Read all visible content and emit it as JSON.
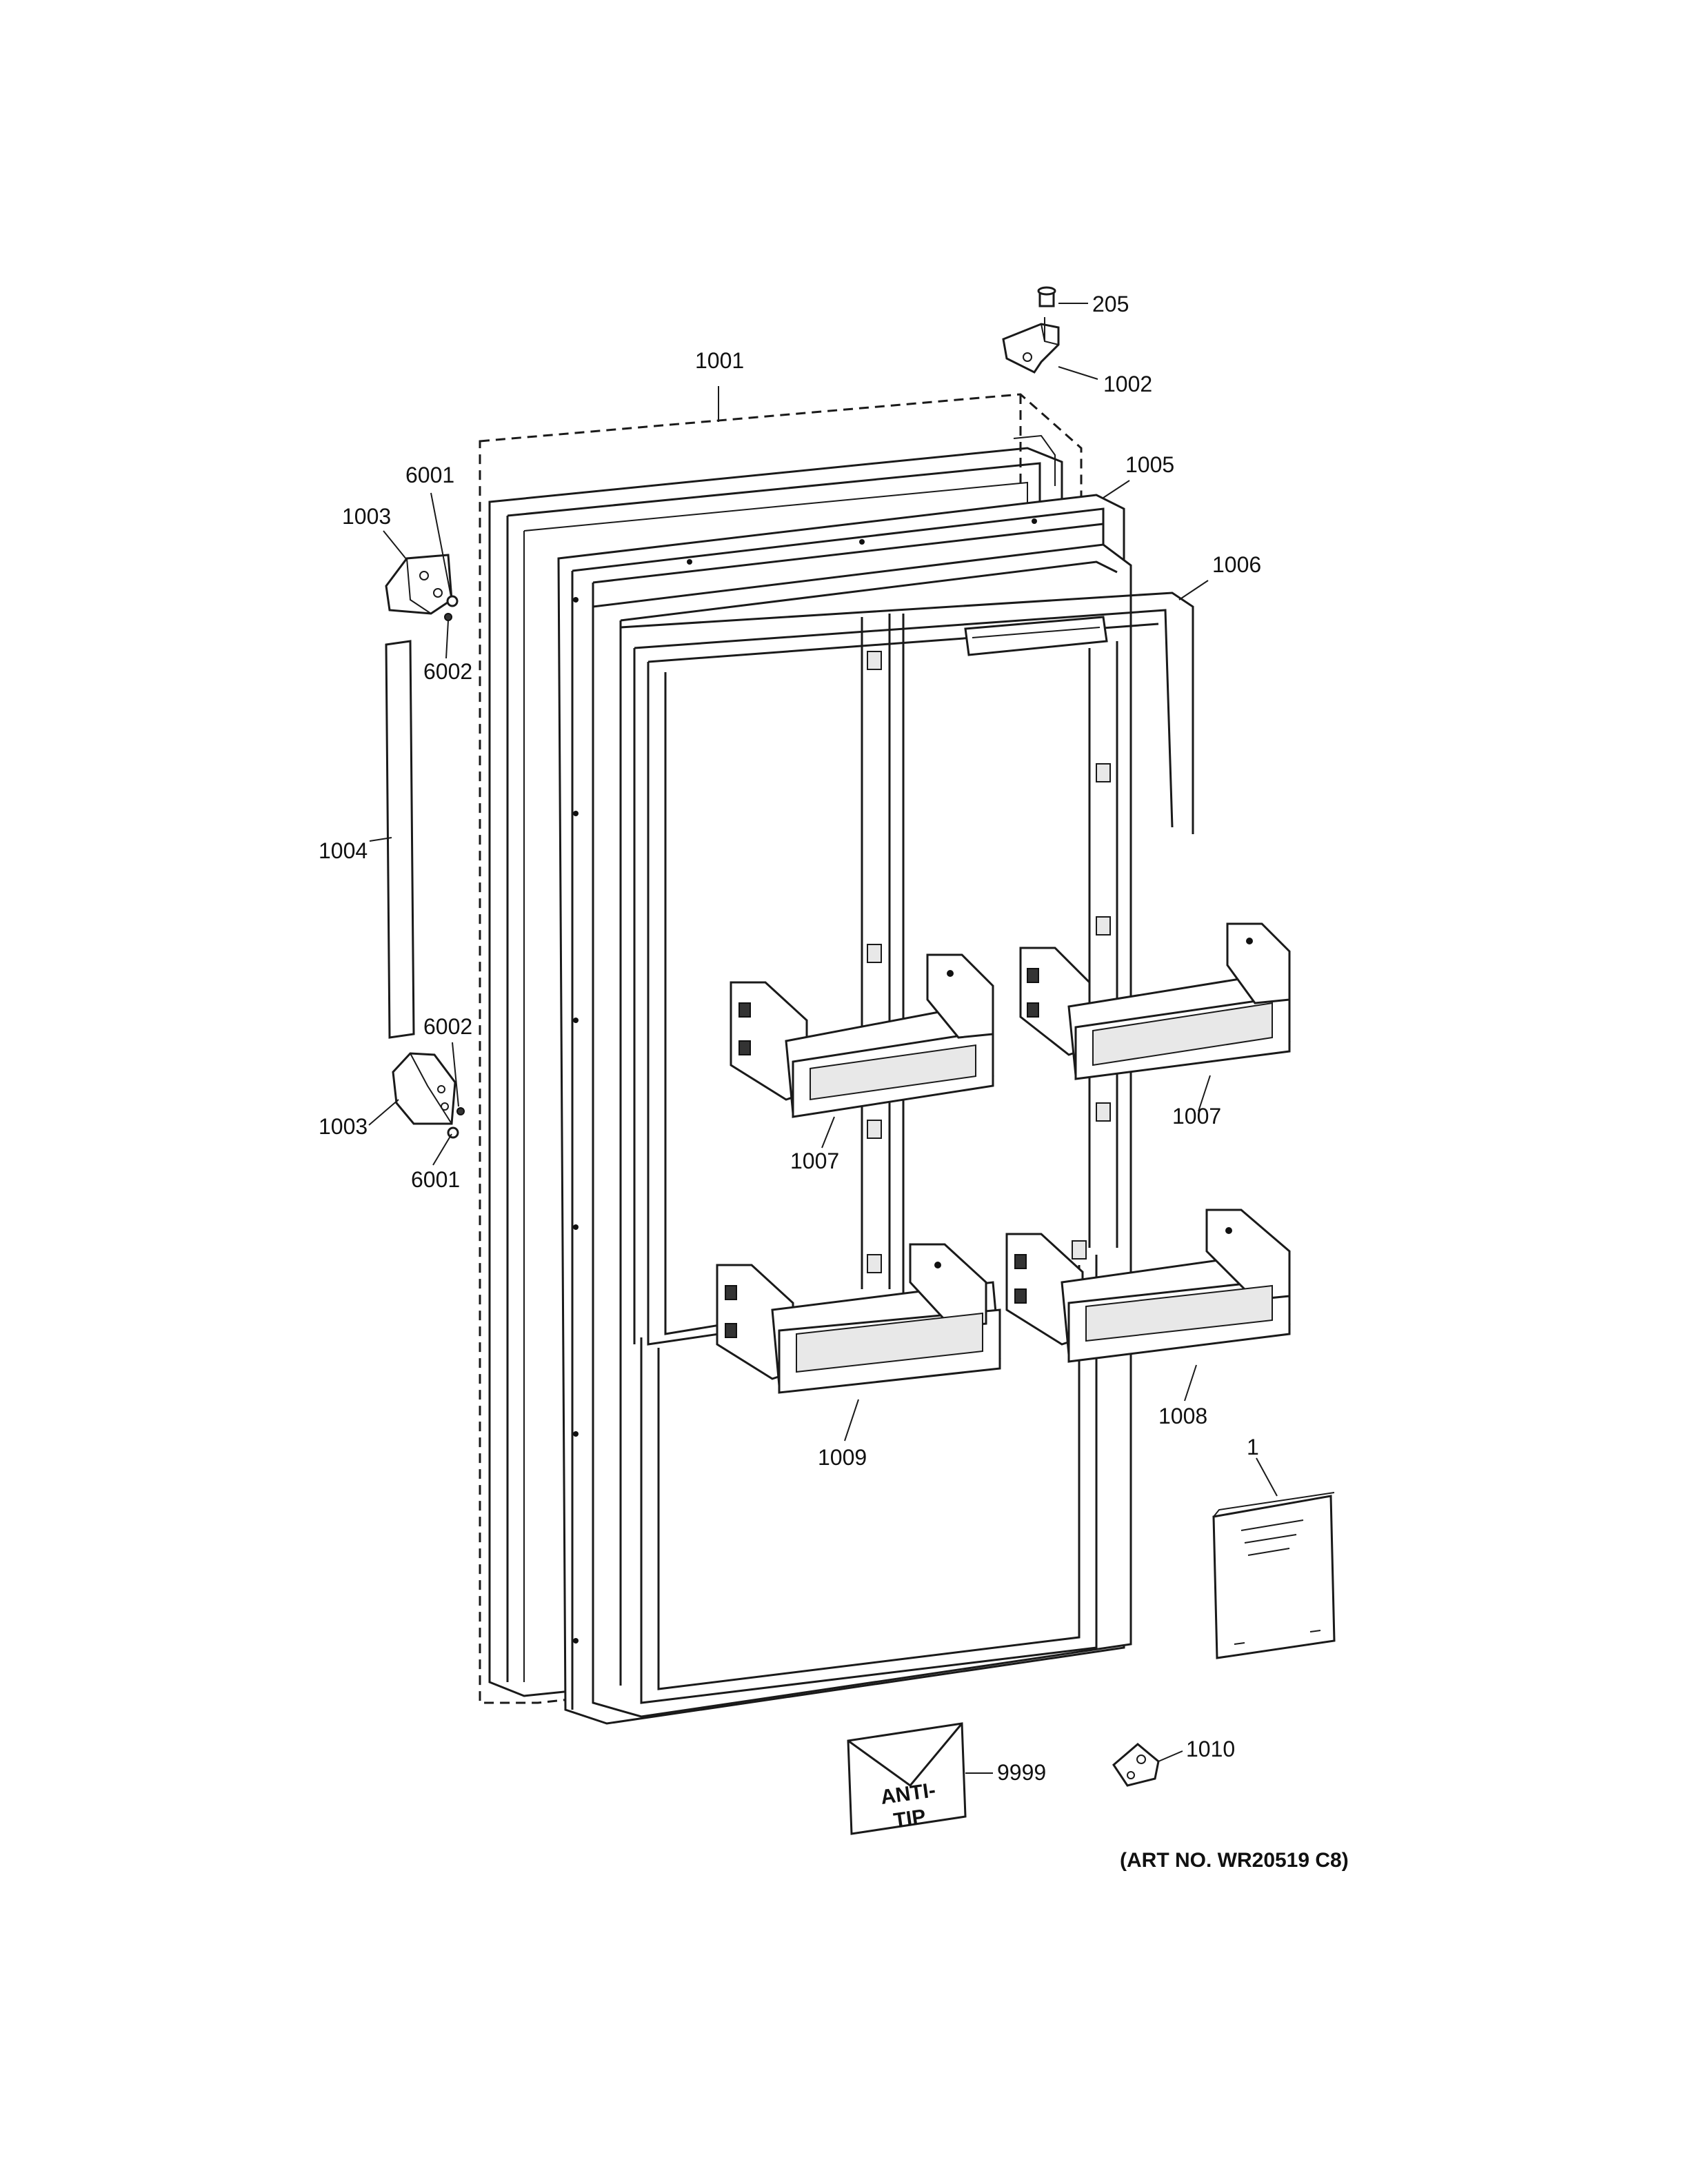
{
  "callouts": {
    "c205": "205",
    "c1002": "1002",
    "c1001": "1001",
    "c1005": "1005",
    "c6001a": "6001",
    "c1003a": "1003",
    "c6002a": "6002",
    "c1006": "1006",
    "c1004": "1004",
    "c6002b": "6002",
    "c1003b": "1003",
    "c6001b": "6001",
    "c1007a": "1007",
    "c1007b": "1007",
    "c1009": "1009",
    "c1008": "1008",
    "c1": "1",
    "c9999": "9999",
    "c1010": "1010"
  },
  "anti_tip": {
    "line1": "ANTI-",
    "line2": "TIP"
  },
  "art_number": "(ART NO. WR20519 C8)"
}
